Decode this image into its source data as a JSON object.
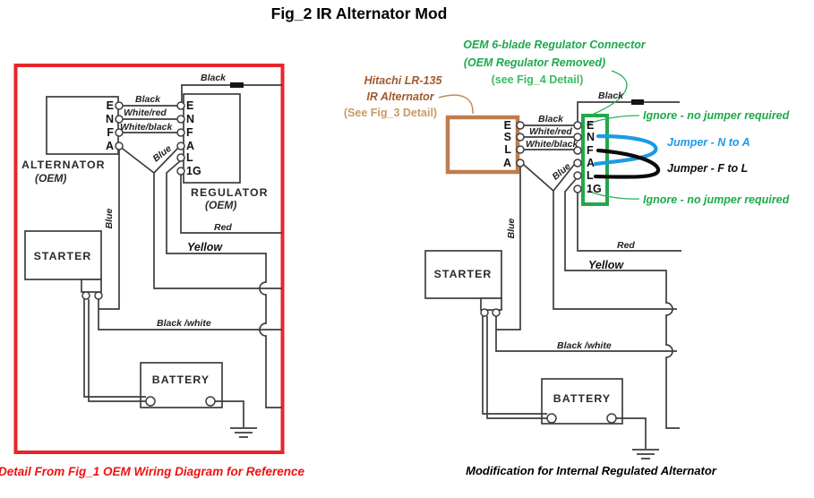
{
  "title": "Fig_2 IR Alternator Mod",
  "colors": {
    "red_border": "#e8252b",
    "caption_red": "#ee1111",
    "green_accent": "#1ca94c",
    "green_light": "#3dbb63",
    "blue_accent": "#1b9be4",
    "brown_box": "#bf7c4f",
    "brown_text": "#a05a2c",
    "tan_text": "#c99a66",
    "line": "#3d3d3d"
  },
  "left": {
    "caption": "Detail From Fig_1 OEM Wiring Diagram for Reference",
    "alternator_label": "ALTERNATOR",
    "alternator_sub": "(OEM)",
    "regulator_label": "REGULATOR",
    "regulator_sub": "(OEM)",
    "starter_label": "STARTER",
    "battery_label": "BATTERY",
    "alt_terminals": [
      "E",
      "N",
      "F",
      "A"
    ],
    "reg_terminals": [
      "E",
      "N",
      "F",
      "A",
      "L",
      "1G"
    ],
    "wire_labels": {
      "black_top": "Black",
      "black": "Black",
      "white_red": "White/red",
      "white_black": "White/black",
      "blue_diag": "Blue",
      "blue_vert": "Blue",
      "red": "Red",
      "yellow": "Yellow",
      "black_white": "Black /white"
    }
  },
  "right": {
    "caption": "Modification for Internal Regulated Alternator",
    "alt_heading_1": "Hitachi LR-135",
    "alt_heading_2": "IR Alternator",
    "alt_heading_3": "(See Fig_3 Detail)",
    "conn_heading_1": "OEM 6-blade Regulator Connector",
    "conn_heading_2": "(OEM Regulator Removed)",
    "conn_heading_3": "(see Fig_4 Detail)",
    "ignore_top": "Ignore - no jumper required",
    "jumper_na": "Jumper - N to A",
    "jumper_fl": "Jumper - F to L",
    "ignore_bottom": "Ignore - no jumper required",
    "alt_terminals": [
      "E",
      "S",
      "L",
      "A"
    ],
    "conn_terminals": [
      "E",
      "N",
      "F",
      "A",
      "L",
      "1G"
    ],
    "starter_label": "STARTER",
    "battery_label": "BATTERY",
    "wire_labels": {
      "black_top": "Black",
      "black": "Black",
      "white_red": "White/red",
      "white_black": "White/black",
      "blue_diag": "Blue",
      "blue_vert": "Blue",
      "red": "Red",
      "yellow": "Yellow",
      "black_white": "Black /white"
    }
  }
}
